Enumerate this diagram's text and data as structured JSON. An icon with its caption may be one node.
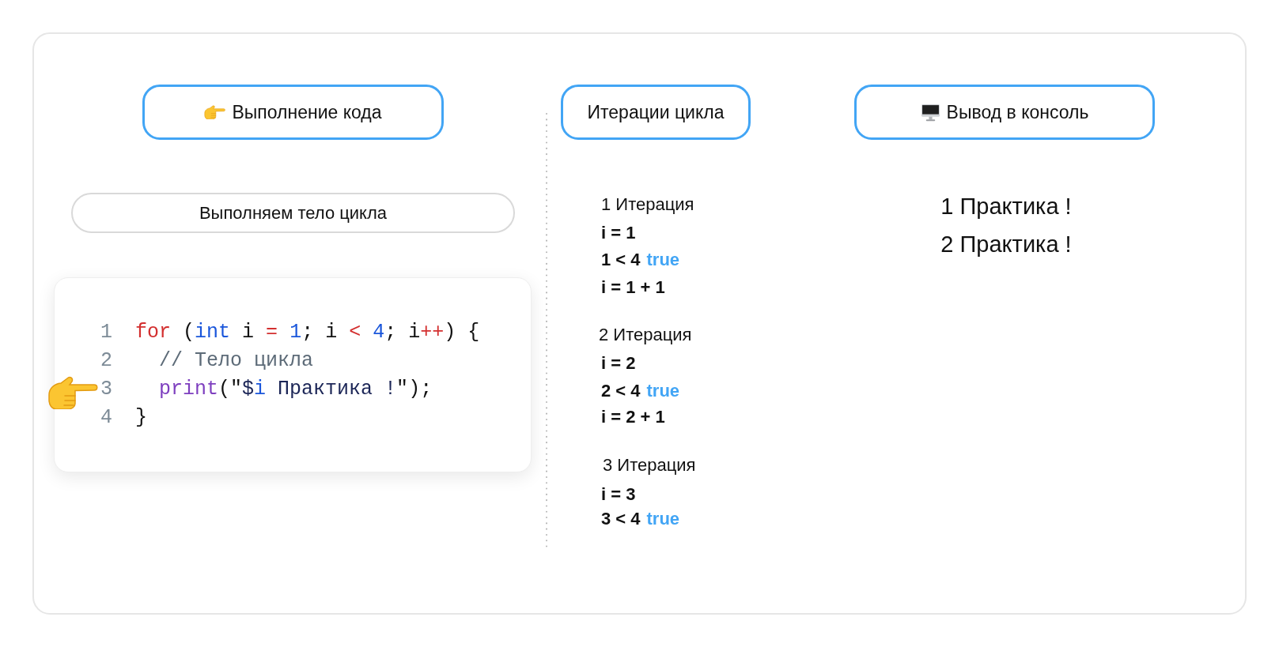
{
  "diagram": {
    "nodes": [
      {
        "text": [
          "Выполнение кода"
        ]
      },
      {
        "text": [
          "Итерации цикла"
        ]
      },
      {
        "text": [
          "Вывод в консоль"
        ]
      },
      {
        "text": [
          "Выполняем тело цикла"
        ]
      },
      {
        "text": [
          "1",
          "for (int i = 1; i < 4; i++) {",
          "2",
          "// Тело цикла",
          "3",
          "print(\"$i Практика !\");",
          "4",
          "}"
        ]
      }
    ],
    "labels": [
      "1 Итерация",
      "i = 1",
      "1 < 4",
      "true",
      "i = 1 + 1",
      "2 Итерация",
      "i = 2",
      "2 < 4",
      "true",
      "i = 2 + 1",
      "3 Итерация",
      "i = 3",
      "3 < 4",
      "true",
      "1 Практика !",
      "2 Практика !"
    ]
  }
}
